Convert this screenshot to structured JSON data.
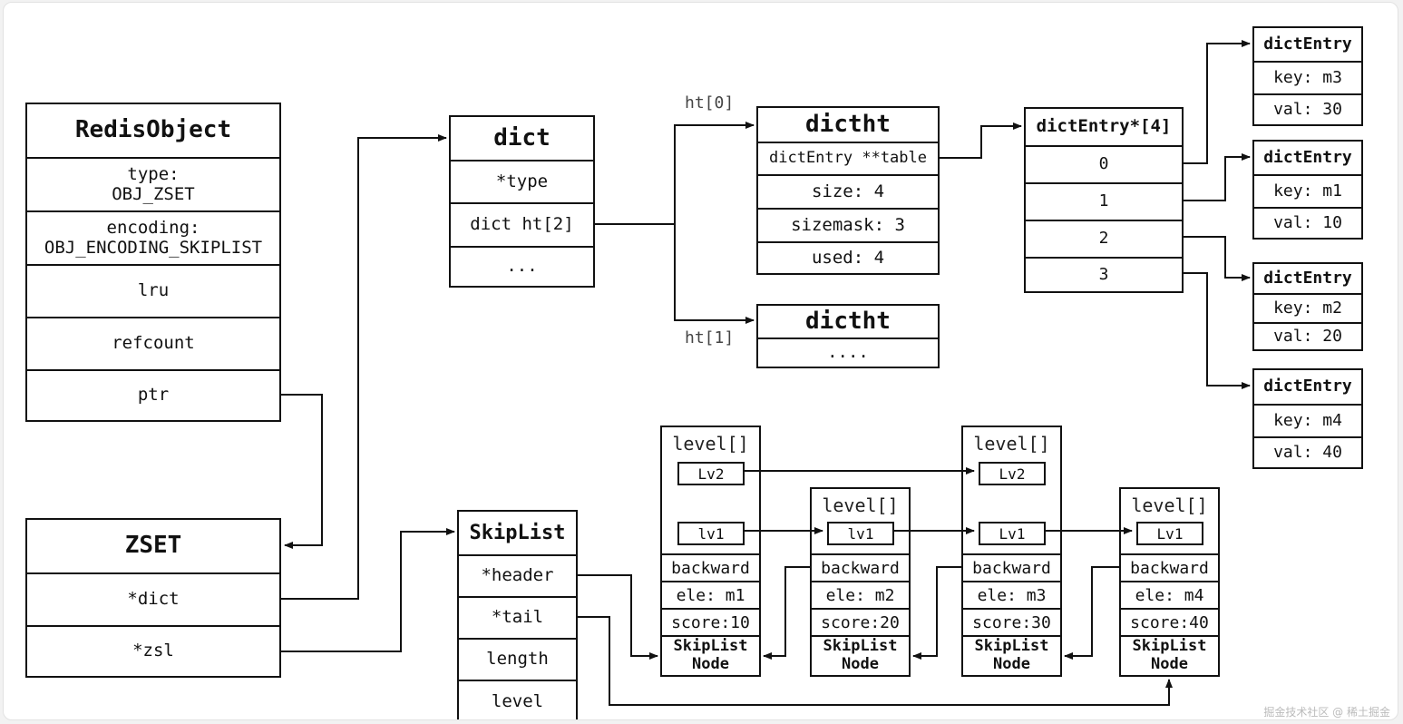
{
  "redis_object": {
    "title": "RedisObject",
    "fields": [
      "type:\nOBJ_ZSET",
      "encoding:\nOBJ_ENCODING_SKIPLIST",
      "lru",
      "refcount",
      "ptr"
    ]
  },
  "zset": {
    "title": "ZSET",
    "fields": [
      "*dict",
      "*zsl"
    ]
  },
  "dict": {
    "title": "dict",
    "fields": [
      "*type",
      "dict ht[2]",
      "..."
    ]
  },
  "dictht0": {
    "label": "ht[0]",
    "title": "dictht",
    "fields": [
      "dictEntry **table",
      "size: 4",
      "sizemask: 3",
      "used: 4"
    ]
  },
  "dictht1": {
    "label": "ht[1]",
    "title": "dictht",
    "fields": [
      "...."
    ]
  },
  "table": {
    "title": "dictEntry*[4]",
    "fields": [
      "0",
      "1",
      "2",
      "3"
    ]
  },
  "entries": [
    {
      "title": "dictEntry",
      "key": "key: m3",
      "val": "val: 30"
    },
    {
      "title": "dictEntry",
      "key": "key: m1",
      "val": "val: 10"
    },
    {
      "title": "dictEntry",
      "key": "key: m2",
      "val": "val: 20"
    },
    {
      "title": "dictEntry",
      "key": "key: m4",
      "val": "val: 40"
    }
  ],
  "skiplist": {
    "title": "SkipList",
    "fields": [
      "*header",
      "*tail",
      "length",
      "level"
    ]
  },
  "nodes": [
    {
      "level_title": "level[]",
      "levels": [
        "Lv2",
        "lv1"
      ],
      "backward": "backward",
      "ele": "ele: m1",
      "score": "score:10",
      "name1": "SkipList",
      "name2": "Node"
    },
    {
      "level_title": "level[]",
      "levels": [
        "lv1"
      ],
      "backward": "backward",
      "ele": "ele: m2",
      "score": "score:20",
      "name1": "SkipList",
      "name2": "Node"
    },
    {
      "level_title": "level[]",
      "levels": [
        "Lv2",
        "Lv1"
      ],
      "backward": "backward",
      "ele": "ele: m3",
      "score": "score:30",
      "name1": "SkipList",
      "name2": "Node"
    },
    {
      "level_title": "level[]",
      "levels": [
        "Lv1"
      ],
      "backward": "backward",
      "ele": "ele: m4",
      "score": "score:40",
      "name1": "SkipList",
      "name2": "Node"
    }
  ],
  "watermark": "掘金技术社区 @ 稀土掘金"
}
